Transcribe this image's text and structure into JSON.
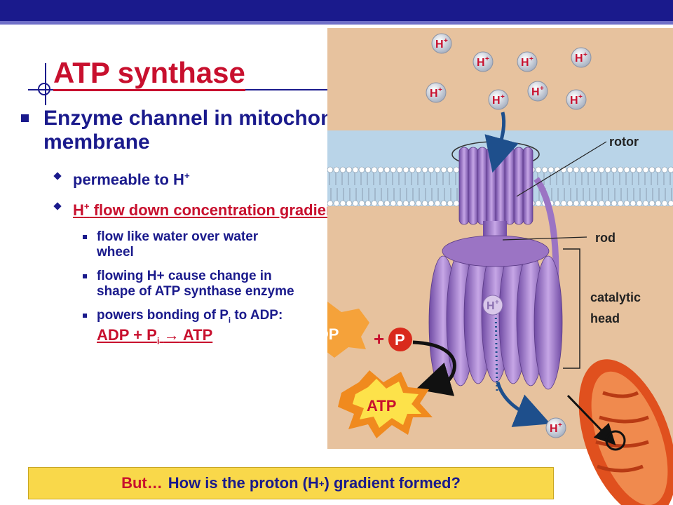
{
  "slide": {
    "title": "ATP synthase",
    "bullet1": "Enzyme channel in mitochondrial membrane",
    "sub1": "permeable to H",
    "sub1_sup": "+",
    "sub2_a": "H",
    "sub2_sup": "+",
    "sub2_b": " flow down concentration gradient",
    "point1": "flow like water over water wheel",
    "point2": "flowing H+ cause change in shape of ATP synthase enzyme",
    "point3_a": "powers bonding of P",
    "point3_sub": "i",
    "point3_b": " to ADP:",
    "eq_a": "ADP + P",
    "eq_sub": "i",
    "eq_arrow": "→",
    "eq_b": " ATP"
  },
  "diagram": {
    "proton": "H",
    "proton_sup": "+",
    "label_rotor": "rotor",
    "label_rod": "rod",
    "label_catalytic_1": "catalytic",
    "label_catalytic_2": "head",
    "adp": "ADP",
    "plus": "+",
    "phosphate": "P",
    "atp": "ATP",
    "colors": {
      "background": "#e7c29e",
      "membrane": "#b9d4e8",
      "protein": "#9b74c4",
      "proton_ball": "#bfc7d4",
      "proton_text": "#c8102e",
      "adp_burst": "#f5a23a",
      "atp_burst": "#f08a1e",
      "phosphate": "#d92a1c",
      "mitochondrion": "#e0501e"
    }
  },
  "footer": {
    "lead": "But…",
    "question_a": "How is the proton (H",
    "question_sup": "+",
    "question_b": ") gradient formed?"
  }
}
